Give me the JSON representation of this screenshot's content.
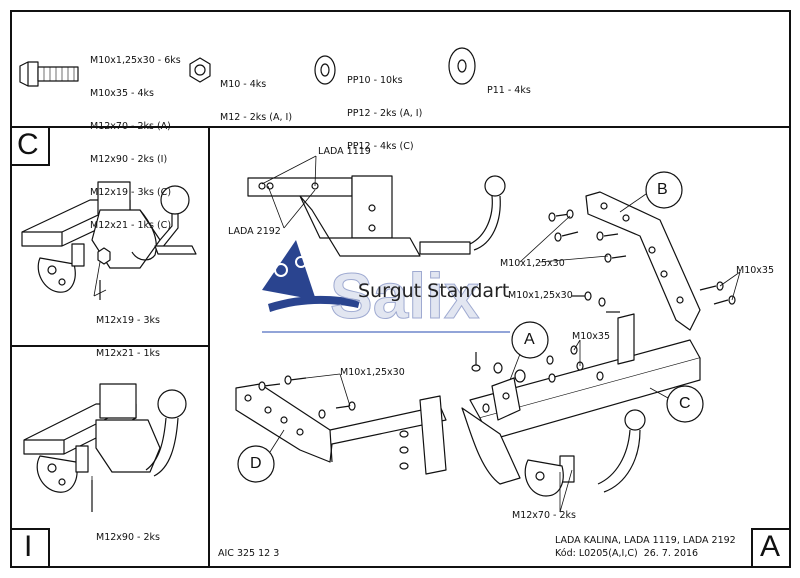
{
  "hardware": {
    "bolt_specs": [
      "M10x1,25x30 - 6ks",
      "M10x35 - 4ks",
      "M12x70 - 2ks (A)",
      "M12x90 - 2ks (I)",
      "M12x19 - 3ks (C)",
      "M12x21 - 1ks (C)"
    ],
    "nut_specs": [
      "M10 - 4ks",
      "M12 - 2ks (A, I)"
    ],
    "washer_specs": [
      "PP10 - 10ks",
      "PP12 - 2ks (A, I)",
      "PP12 - 4ks (C)"
    ],
    "large_washer_specs": [
      "P11 - 4ks"
    ]
  },
  "panel_c": {
    "letter": "C",
    "labels": [
      "M12x19 - 3ks",
      "M12x21 - 1ks"
    ]
  },
  "panel_i": {
    "letter": "I",
    "labels": [
      "M12x90 - 2ks"
    ]
  },
  "main": {
    "letter": "A",
    "vehicle_labels": {
      "lada1119": "LADA 1119",
      "lada2192": "LADA 2192"
    },
    "bolt_labels": {
      "b_top": "M10x1,25x30",
      "b_right": "M10x35",
      "b_mid": "M10x1,25x30",
      "a_m10x35": "M10x35",
      "d_bolt": "M10x1,25x30",
      "m12x70": "M12x70 - 2ks"
    },
    "callouts": {
      "b": "B",
      "a": "A",
      "c": "C",
      "d": "D"
    },
    "watermark": "Surgut Standart",
    "code": "AIC 325 12 3",
    "model_line": "LADA KALINA, LADA 1119, LADA 2192",
    "date_line": "Kód: L0205(A,I,C)  26. 7. 2016"
  }
}
